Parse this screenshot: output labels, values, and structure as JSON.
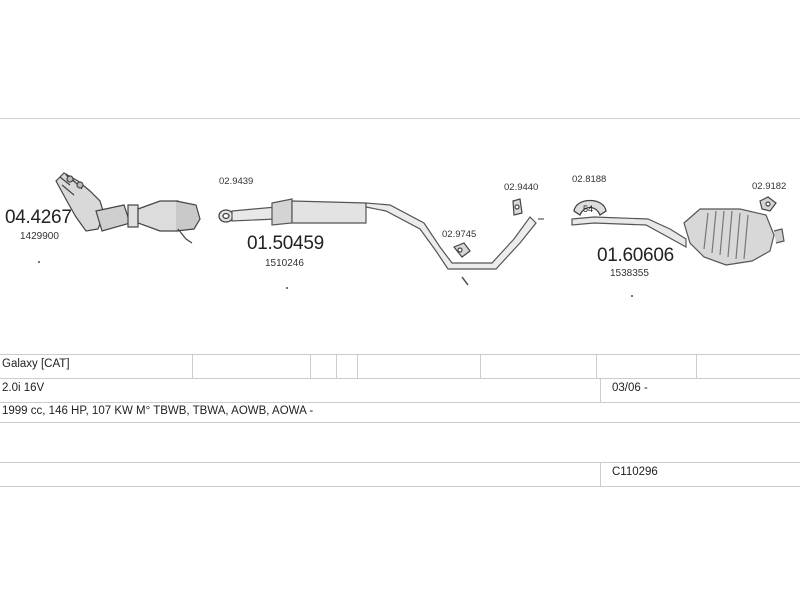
{
  "parts": {
    "catalytic_converter": {
      "code": "04.4267",
      "ref": "1429900"
    },
    "middle_pipe": {
      "code": "01.50459",
      "ref": "1510246"
    },
    "rear_silencer": {
      "code": "01.60606",
      "ref": "1538355"
    },
    "gasket_front": {
      "code": "02.9439"
    },
    "rubber_mount_middle": {
      "code": "02.9745"
    },
    "rubber_mount_a": {
      "code": "02.9440"
    },
    "clamp": {
      "code": "02.8188",
      "badge": "54"
    },
    "rubber_mount_rear": {
      "code": "02.9182"
    }
  },
  "vehicle": {
    "model": "Galaxy  [CAT]",
    "engine": "2.0i 16V",
    "date": "03/06 -",
    "spec": "1999 cc, 146 HP, 107 KW M° TBWB, TBWA, AOWB, AOWA -",
    "kit": "C110296"
  }
}
